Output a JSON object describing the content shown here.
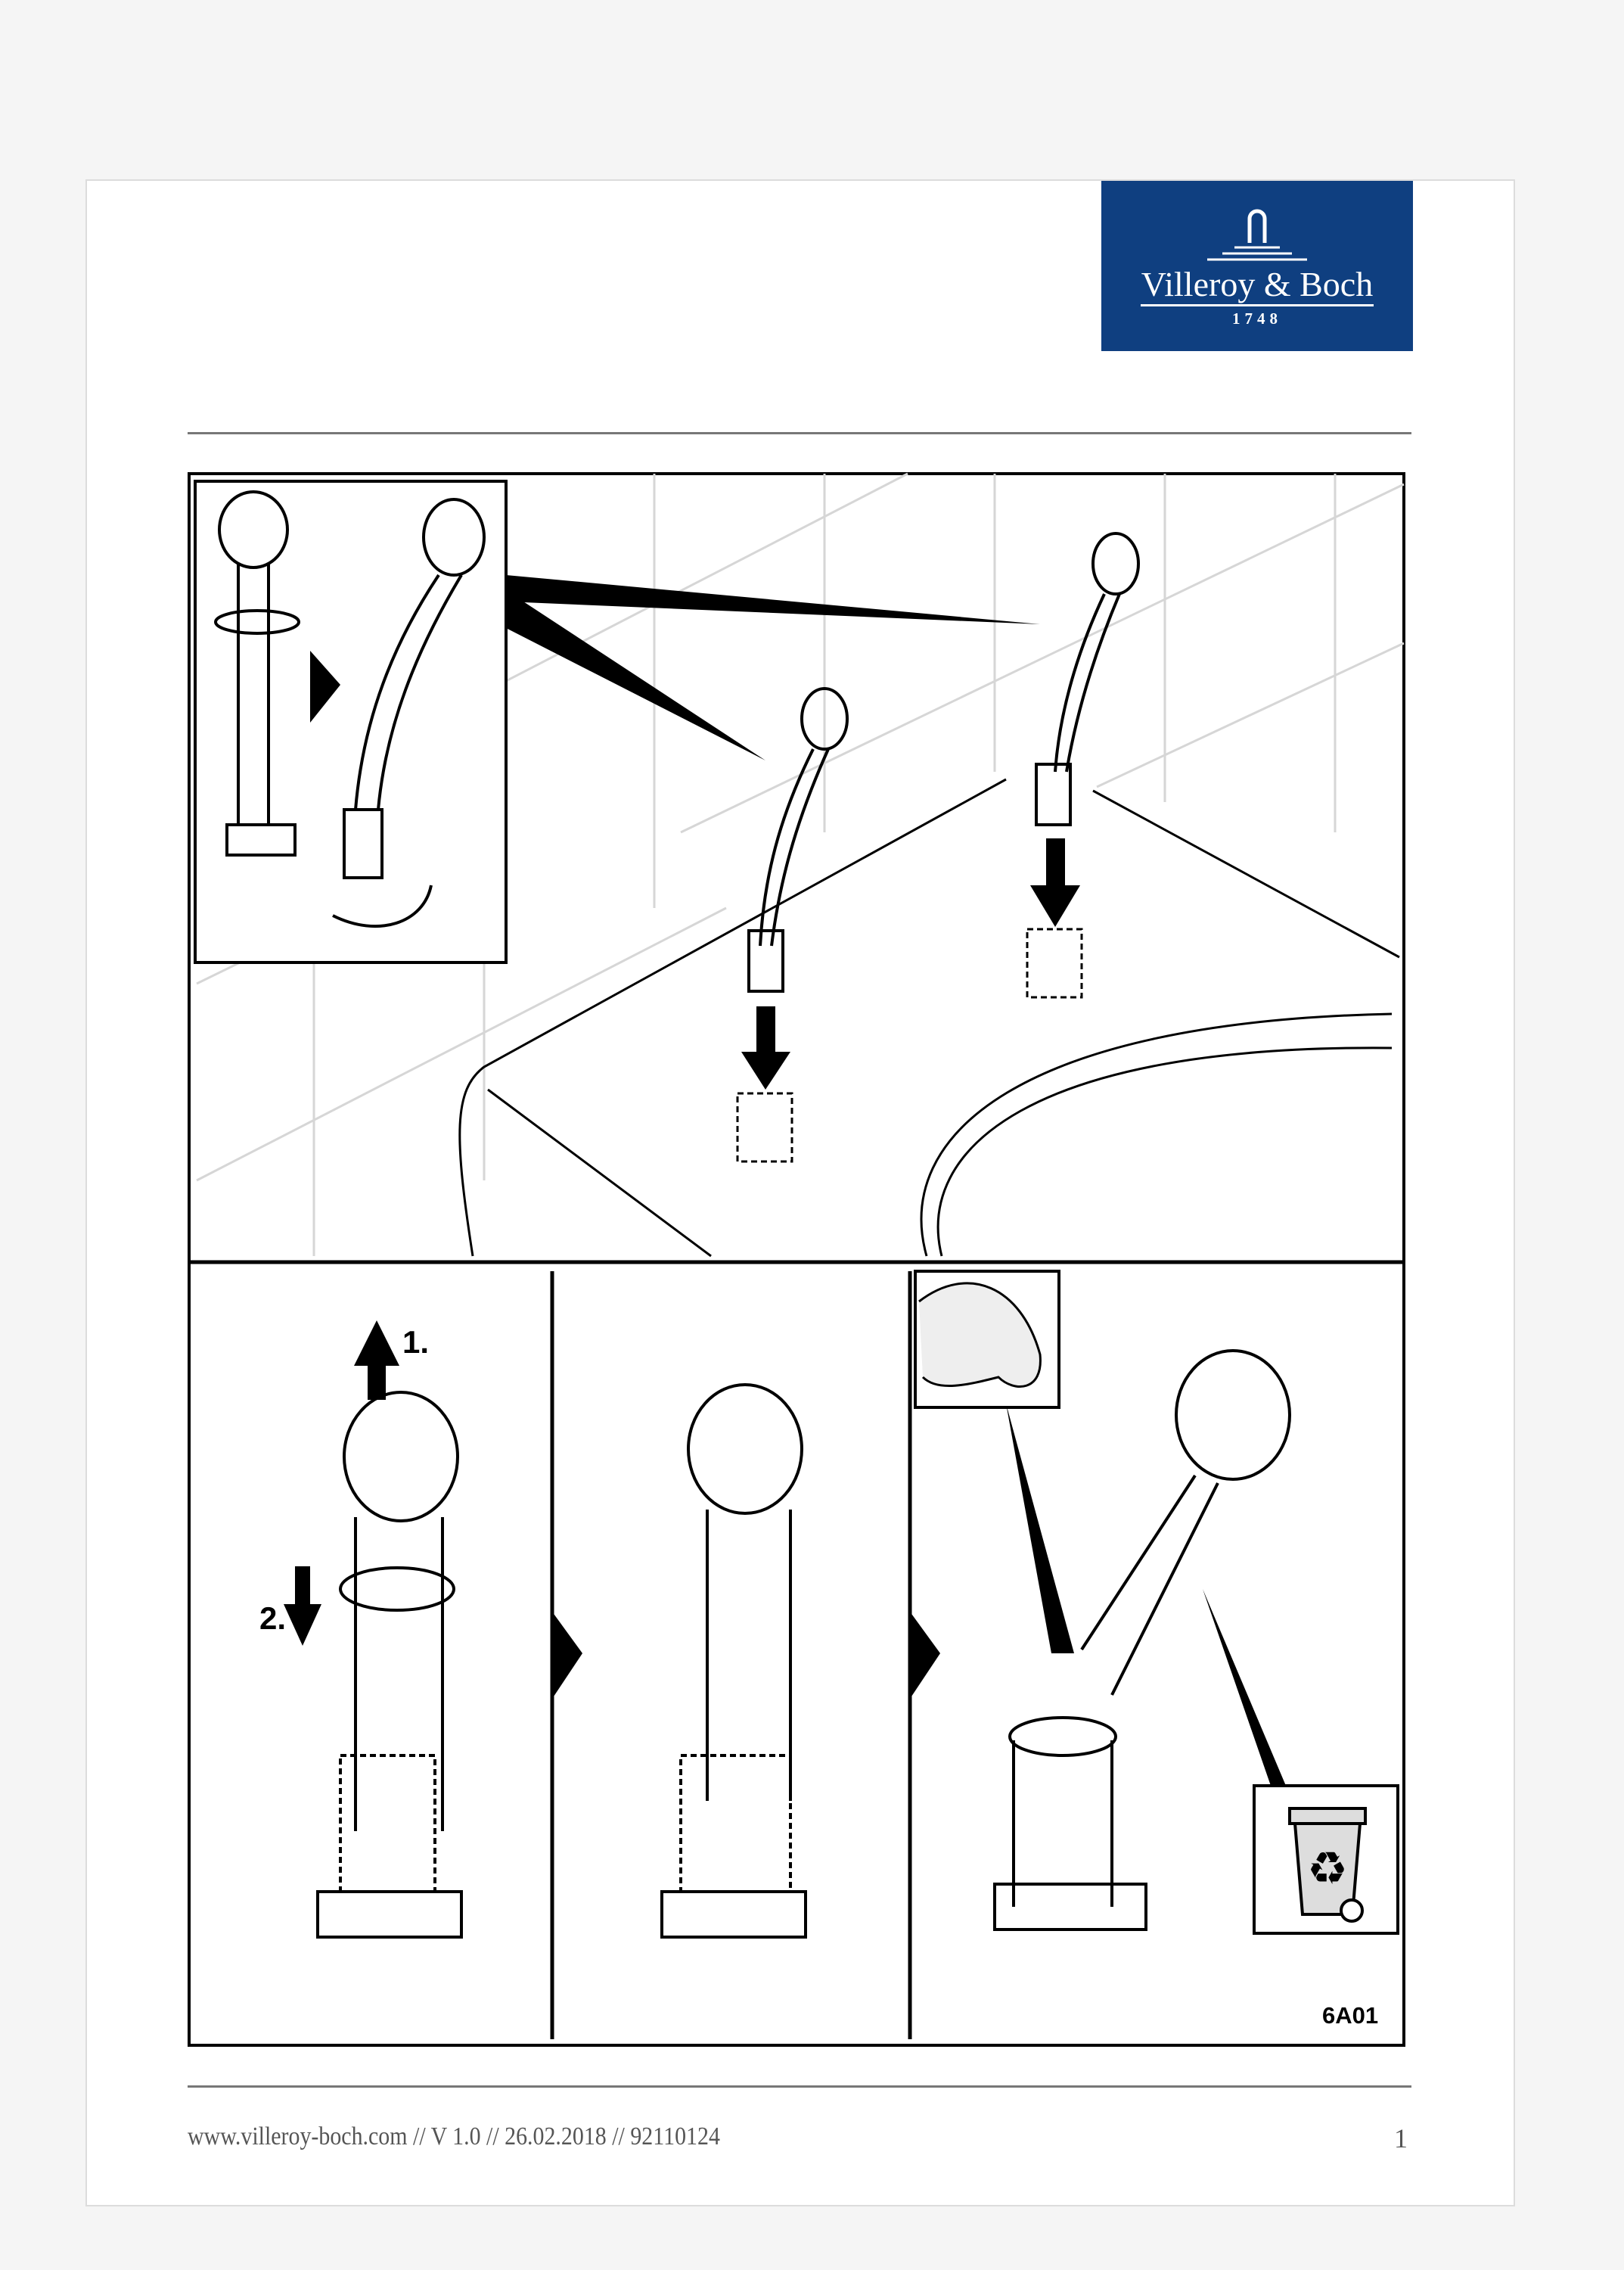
{
  "logo": {
    "name": "Villeroy & Boch",
    "year": "1748"
  },
  "illustration": {
    "step_1": "1.",
    "step_2": "2.",
    "code": "6A01",
    "recycle_icon": "recycle-bin-icon"
  },
  "footer": {
    "text": "www.villeroy-boch.com // V 1.0 // 26.02.2018 //  92110124",
    "page_number": "1"
  }
}
